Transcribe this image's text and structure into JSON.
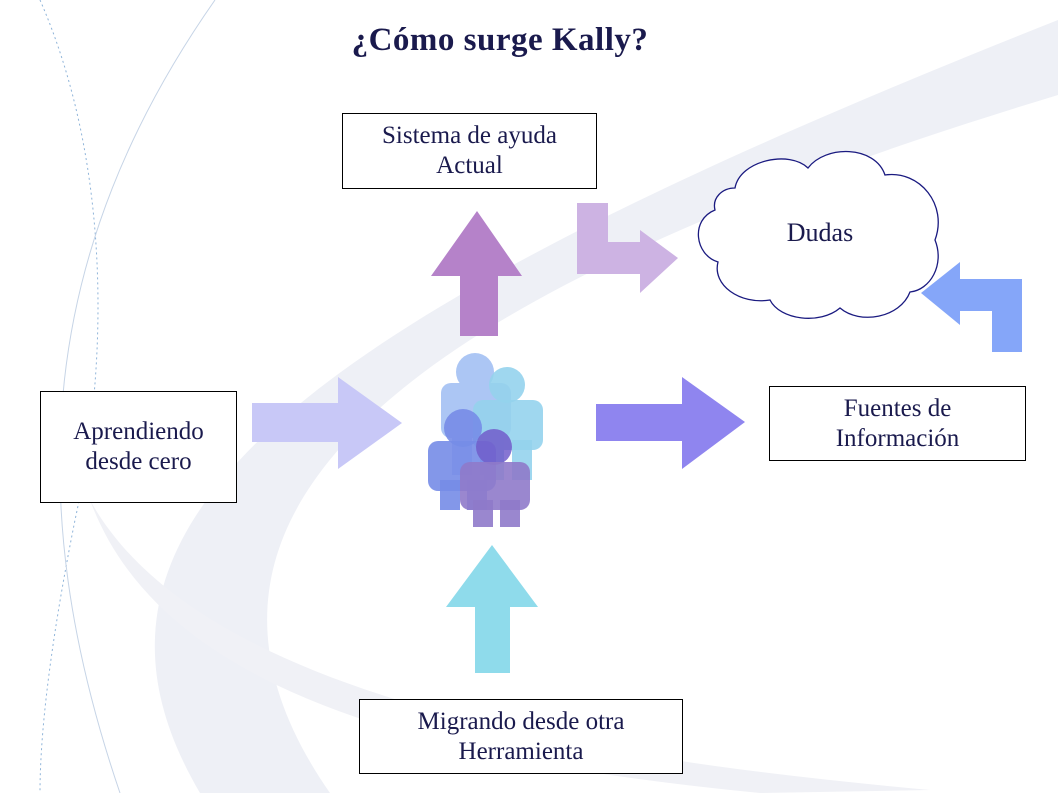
{
  "title": "¿Cómo surge Kally?",
  "nodes": {
    "sistema": {
      "line1": "Sistema de ayuda",
      "line2": "Actual"
    },
    "fuentes": {
      "line1": "Fuentes de",
      "line2": "Información"
    },
    "aprendiendo": {
      "line1": "Aprendiendo",
      "line2": "desde cero"
    },
    "migrando": {
      "line1": "Migrando desde otra",
      "line2": "Herramienta"
    },
    "dudas": "Dudas"
  },
  "center_icon": "people-group-icon",
  "colors": {
    "title": "#1a1a4d",
    "arrow_up": "#b582c9",
    "arrow_right_left": "#c8c8f7",
    "arrow_right_right": "#8f85ef",
    "arrow_bottom": "#8fdbeb",
    "arrow_bent_purple": "#cdb3e3",
    "arrow_bent_blue": "#85a6f9",
    "background_curve": "#e7e9f1"
  }
}
